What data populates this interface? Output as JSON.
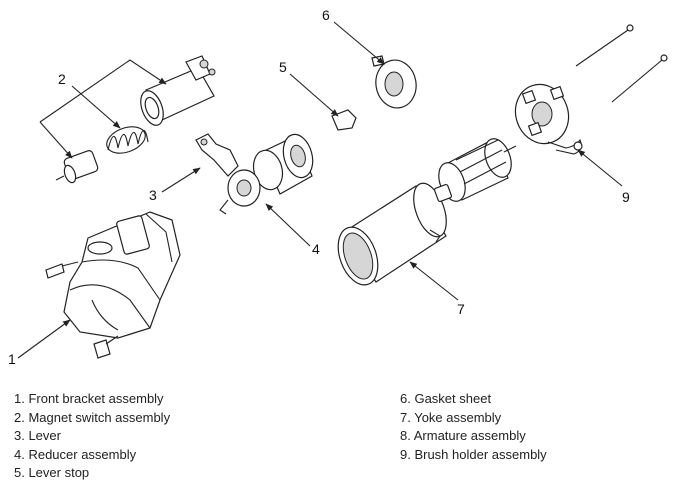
{
  "callouts": [
    "1",
    "2",
    "3",
    "4",
    "5",
    "6",
    "7",
    "9"
  ],
  "legend": {
    "left": [
      "1. Front bracket assembly",
      "2. Magnet switch assembly",
      "3. Lever",
      "4. Reducer assembly",
      "5. Lever stop"
    ],
    "right": [
      "6. Gasket sheet",
      "7. Yoke assembly",
      "8. Armature assembly",
      "9. Brush holder assembly"
    ]
  }
}
